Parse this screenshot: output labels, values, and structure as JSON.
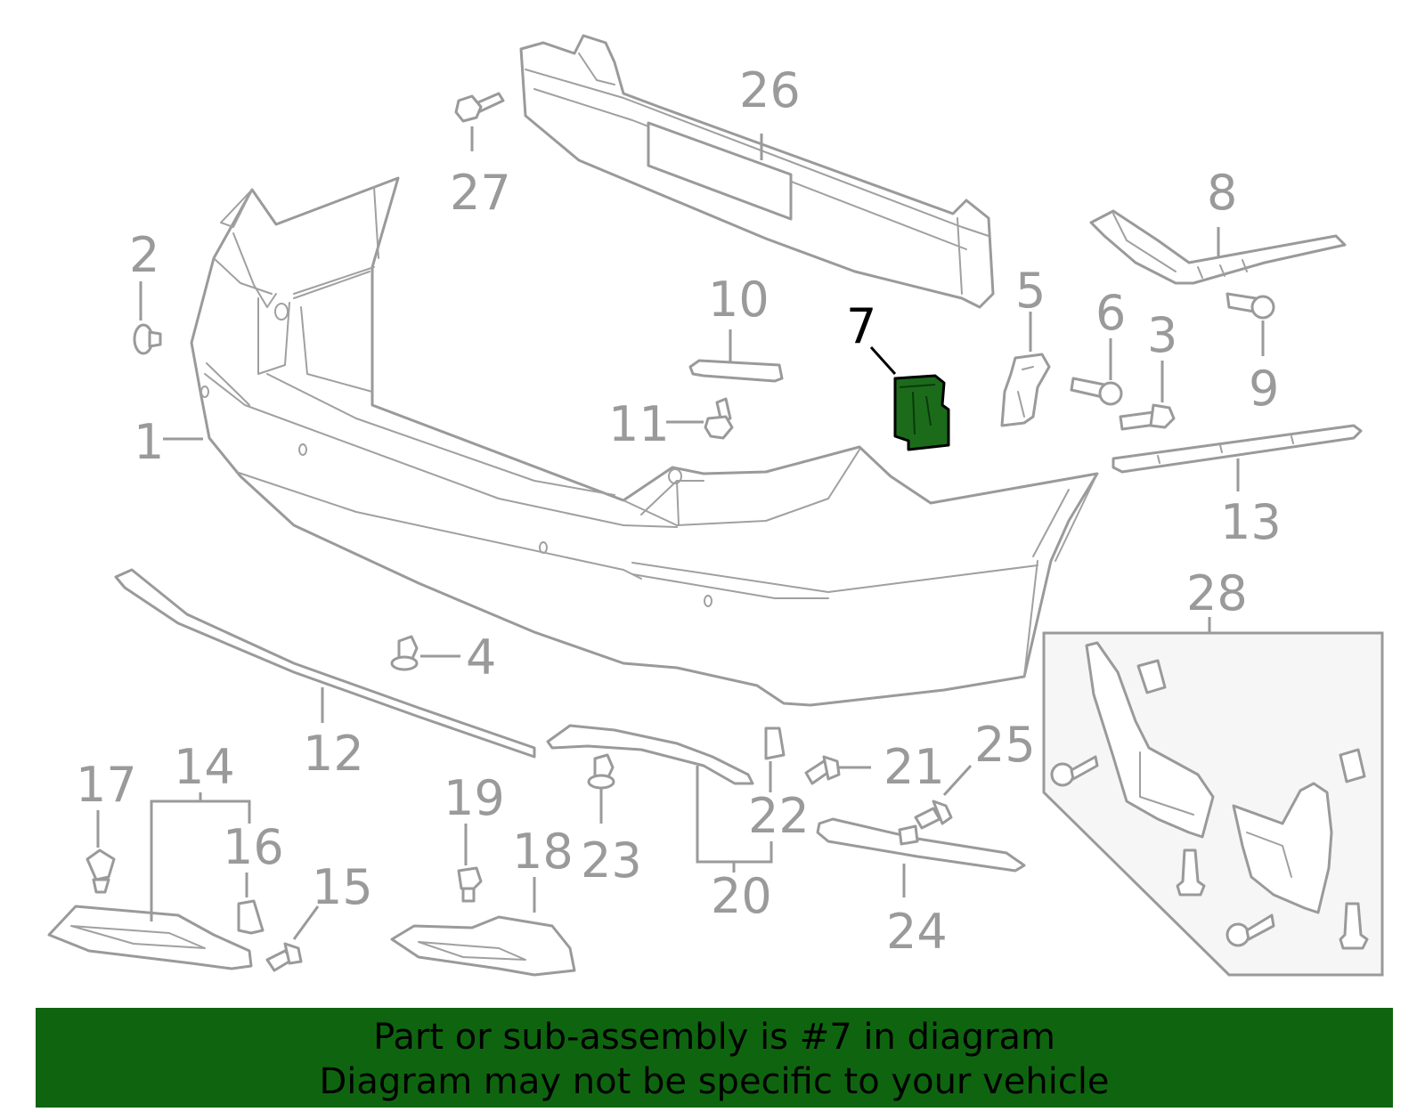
{
  "diagram": {
    "highlighted_callout": "7",
    "highlight_color": "#1b6b1b",
    "callouts": [
      {
        "id": "1",
        "text": "1"
      },
      {
        "id": "2",
        "text": "2"
      },
      {
        "id": "3",
        "text": "3"
      },
      {
        "id": "4",
        "text": "4"
      },
      {
        "id": "5",
        "text": "5"
      },
      {
        "id": "6",
        "text": "6"
      },
      {
        "id": "7",
        "text": "7"
      },
      {
        "id": "8",
        "text": "8"
      },
      {
        "id": "9",
        "text": "9"
      },
      {
        "id": "10",
        "text": "10"
      },
      {
        "id": "11",
        "text": "11"
      },
      {
        "id": "12",
        "text": "12"
      },
      {
        "id": "13",
        "text": "13"
      },
      {
        "id": "14",
        "text": "14"
      },
      {
        "id": "15",
        "text": "15"
      },
      {
        "id": "16",
        "text": "16"
      },
      {
        "id": "17",
        "text": "17"
      },
      {
        "id": "18",
        "text": "18"
      },
      {
        "id": "19",
        "text": "19"
      },
      {
        "id": "20",
        "text": "20"
      },
      {
        "id": "21",
        "text": "21"
      },
      {
        "id": "22",
        "text": "22"
      },
      {
        "id": "23",
        "text": "23"
      },
      {
        "id": "24",
        "text": "24"
      },
      {
        "id": "25",
        "text": "25"
      },
      {
        "id": "26",
        "text": "26"
      },
      {
        "id": "27",
        "text": "27"
      },
      {
        "id": "28",
        "text": "28"
      }
    ]
  },
  "banner": {
    "line1": "Part or sub-assembly is #7 in diagram",
    "line2": "Diagram may not be specific to your vehicle",
    "background": "#0f650f"
  }
}
